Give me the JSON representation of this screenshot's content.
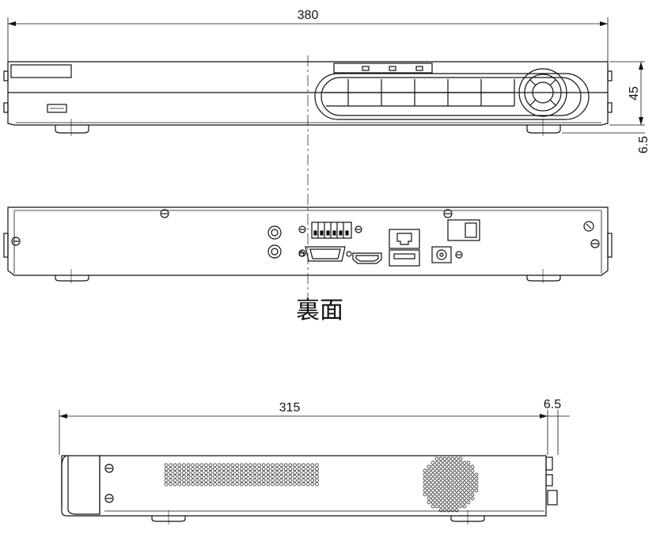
{
  "dimensions": {
    "front_width": "380",
    "front_height": "45",
    "foot_height": "6.5",
    "side_depth": "315",
    "side_foot": "6.5"
  },
  "labels": {
    "rear_view": "裏面"
  },
  "colors": {
    "line": "#111111",
    "background": "#ffffff"
  }
}
